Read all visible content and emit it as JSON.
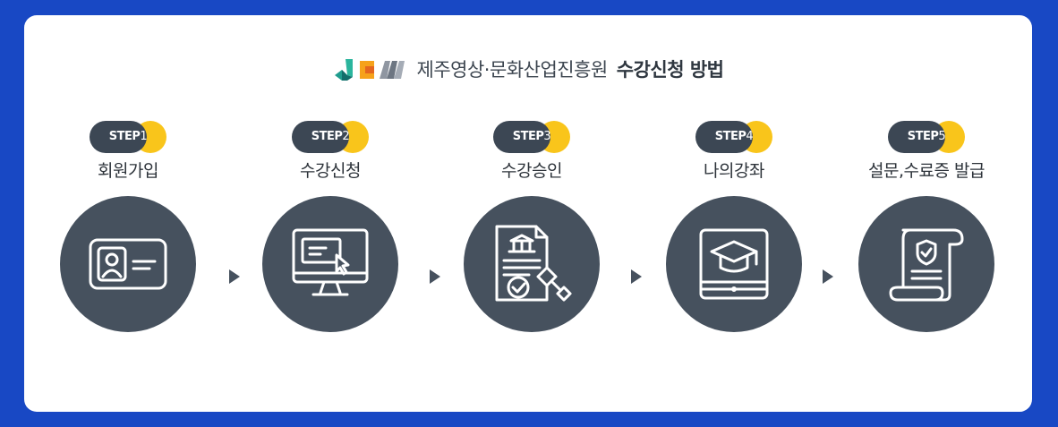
{
  "header": {
    "org_name": "제주영상·문화산업진흥원",
    "title": "수강신청 방법"
  },
  "steps": [
    {
      "badge": "STEP",
      "num": "1",
      "label": "회원가입",
      "icon": "id-card-icon"
    },
    {
      "badge": "STEP",
      "num": "2",
      "label": "수강신청",
      "icon": "monitor-click-icon"
    },
    {
      "badge": "STEP",
      "num": "3",
      "label": "수강승인",
      "icon": "approved-document-icon"
    },
    {
      "badge": "STEP",
      "num": "4",
      "label": "나의강좌",
      "icon": "course-book-icon"
    },
    {
      "badge": "STEP",
      "num": "5",
      "label": "설문,수료증 발급",
      "icon": "certificate-scroll-icon"
    }
  ],
  "colors": {
    "background": "#1848c4",
    "card": "#ffffff",
    "circle": "#46515e",
    "badge_dark": "#3c4754",
    "badge_yellow": "#f9c51b"
  }
}
